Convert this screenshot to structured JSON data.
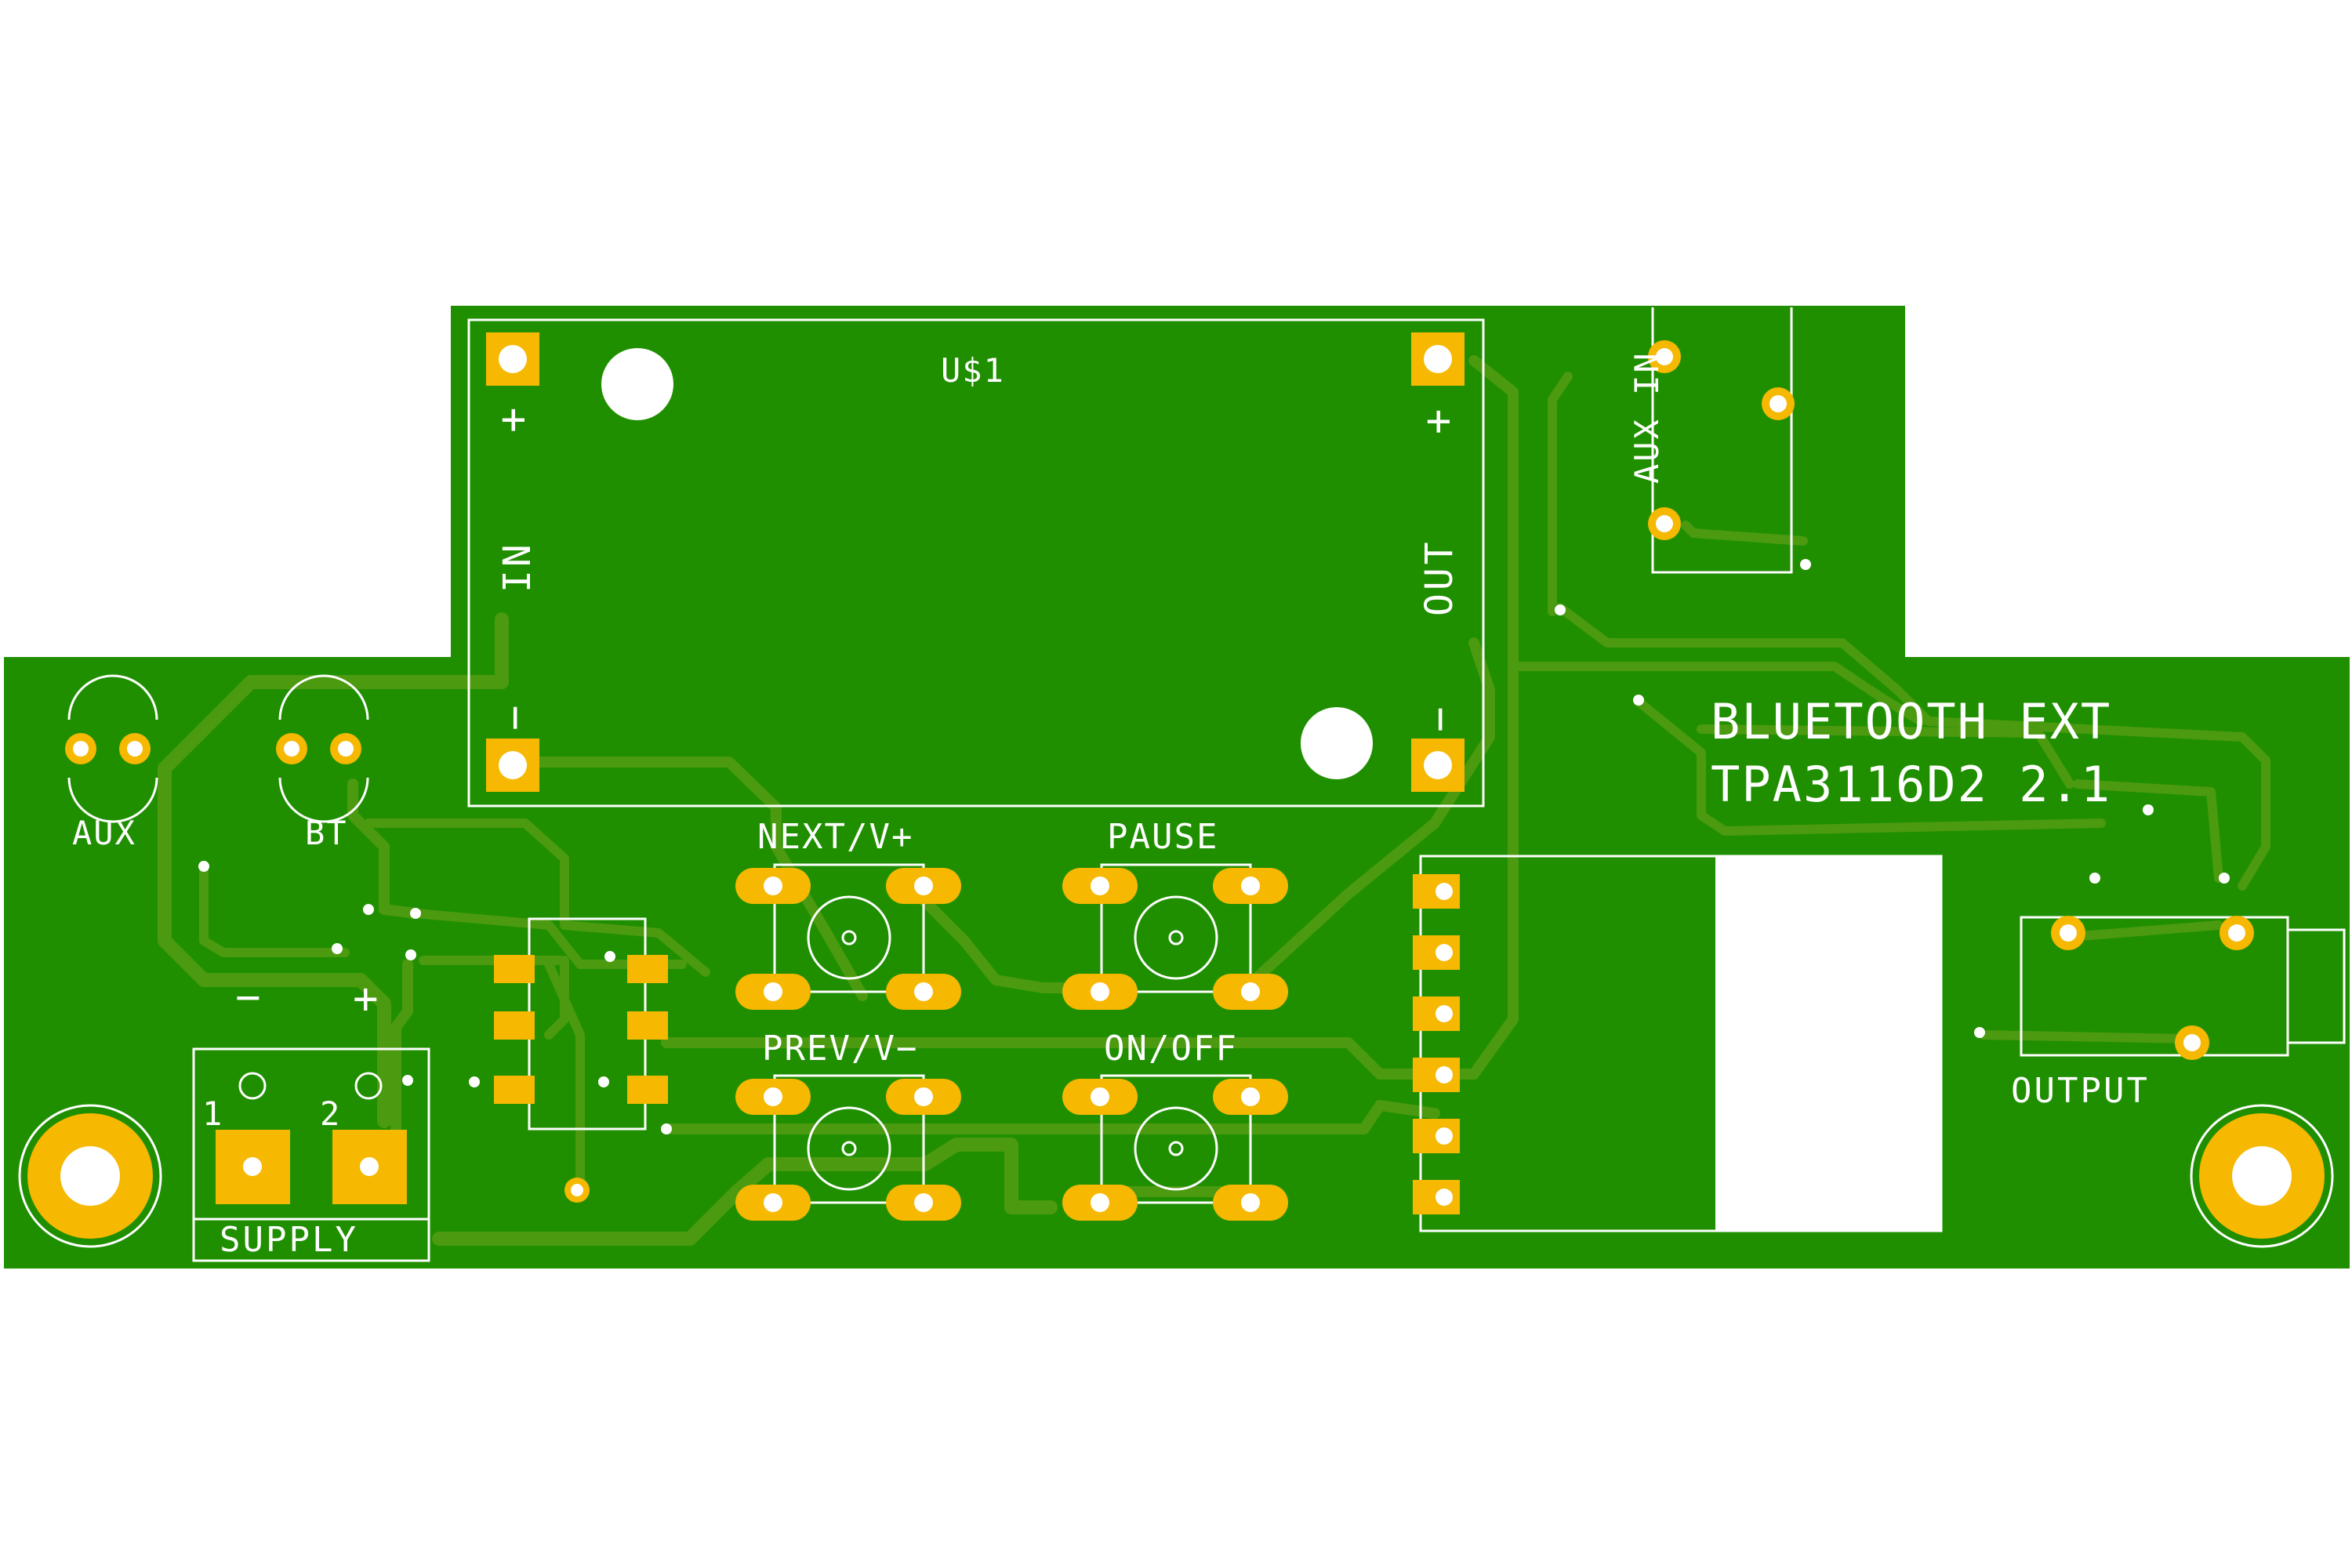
{
  "board": {
    "colors": {
      "substrate": "#1f8f00",
      "copper_trace": "#4b9a10",
      "pad": "#f6b800",
      "silkscreen": "#ffffff",
      "background": "#ffffff"
    }
  },
  "labels": {
    "module": "U$1",
    "in_plus": "+",
    "in_minus": "−",
    "in_text": "IN",
    "out_plus": "+",
    "out_minus": "−",
    "out_text": "OUT",
    "aux_in": "AUX IN",
    "title_line1": "BLUETOOTH EXT",
    "title_line2": "TPA3116D2 2.1",
    "aux_led": "AUX",
    "bt_led": "BT",
    "supply_minus": "−",
    "supply_plus": "+",
    "supply_pin1": "1",
    "supply_pin2": "2",
    "supply": "SUPPLY",
    "btn_next": "NEXT/V+",
    "btn_pause": "PAUSE",
    "btn_prev": "PREV/V−",
    "btn_onoff": "ON/OFF",
    "output": "OUTPUT"
  }
}
